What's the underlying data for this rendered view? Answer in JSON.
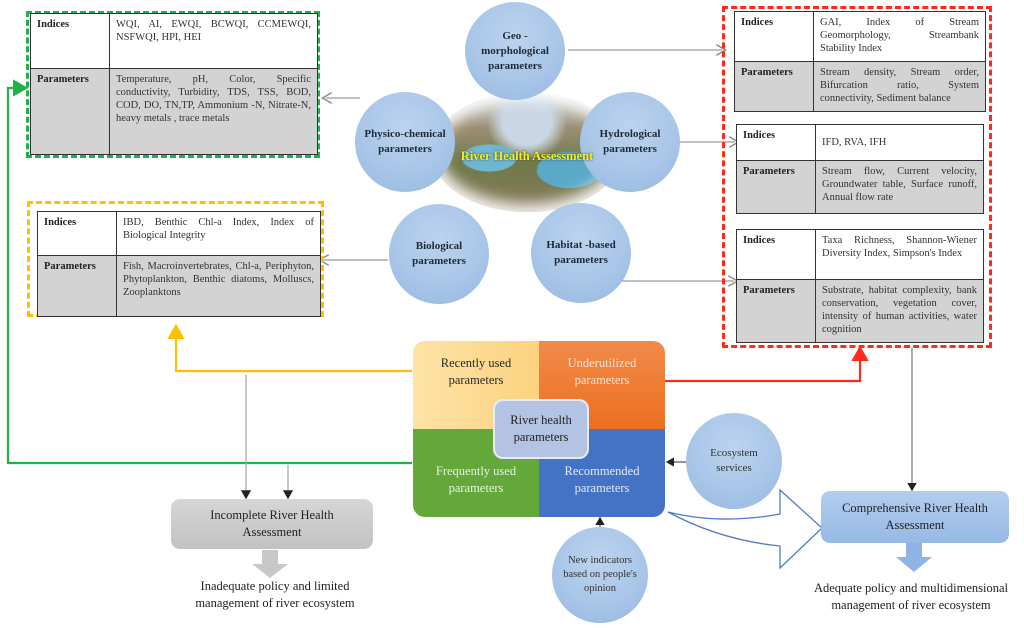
{
  "center": {
    "title": "River Health Assessment"
  },
  "categories": {
    "physico_chemical": "Physico-chemical parameters",
    "geomorphological": "Geo - morphological parameters",
    "hydrological": "Hydrological parameters",
    "biological": "Biological parameters",
    "habitat": "Habitat -based parameters"
  },
  "tables": {
    "physico_chemical": {
      "indices_label": "Indices",
      "indices": "WQI, AI, EWQI, BCWQI, CCMEWQI, NSFWQI, HPI, HEI",
      "parameters_label": "Parameters",
      "parameters": "Temperature, pH, Color, Specific conductivity, Turbidity, TDS, TSS, BOD, COD, DO, TN,TP, Ammonium -N, Nitrate-N, heavy metals , trace metals"
    },
    "biological": {
      "indices_label": "Indices",
      "indices": "IBD, Benthic Chl-a Index, Index of Biological Integrity",
      "parameters_label": "Parameters",
      "parameters": "Fish, Macroinvertebrates, Chl-a, Periphyton, Phytoplankton, Benthic diatoms, Molluscs, Zooplanktons"
    },
    "geomorphological": {
      "indices_label": "Indices",
      "indices": "GAI, Index of Stream Geomorphology, Streambank Stability Index",
      "parameters_label": "Parameters",
      "parameters": "Stream density, Stream order, Bifurcation ratio, System connectivity, Sediment balance"
    },
    "hydrological": {
      "indices_label": "Indices",
      "indices": "IFD, RVA, IFH",
      "parameters_label": "Parameters",
      "parameters": "Stream flow, Current velocity, Groundwater table, Surface runoff, Annual flow rate"
    },
    "habitat": {
      "indices_label": "Indices",
      "indices": "Taxa Richness, Shannon-Wiener Diversity Index, Simpson's Index",
      "parameters_label": "Parameters",
      "parameters": "Substrate, habitat complexity, bank conservation, vegetation cover, intensity of human activities, water cognition"
    }
  },
  "matrix": {
    "recently_used": "Recently used parameters",
    "underutilized": "Underutilized parameters",
    "frequently_used": "Frequently used parameters",
    "recommended": "Recommended parameters",
    "center": "River health parameters"
  },
  "inputs": {
    "ecosystem_services": "Ecosystem services",
    "new_indicators": "New indicators based on people's opinion"
  },
  "outcomes": {
    "incomplete": "Incomplete River Health Assessment",
    "incomplete_result": "Inadequate policy and limited management of river ecosystem",
    "comprehensive": "Comprehensive River Health Assessment",
    "comprehensive_result": "Adequate policy and multidimensional management of river ecosystem"
  },
  "colors": {
    "green": "#1fb24a",
    "yellow": "#ffc000",
    "red": "#ff2a1a",
    "recently_used": "#fdd88f",
    "underutilized": "#ed7d31",
    "frequently_used": "#62a53a",
    "recommended": "#4472c4"
  }
}
